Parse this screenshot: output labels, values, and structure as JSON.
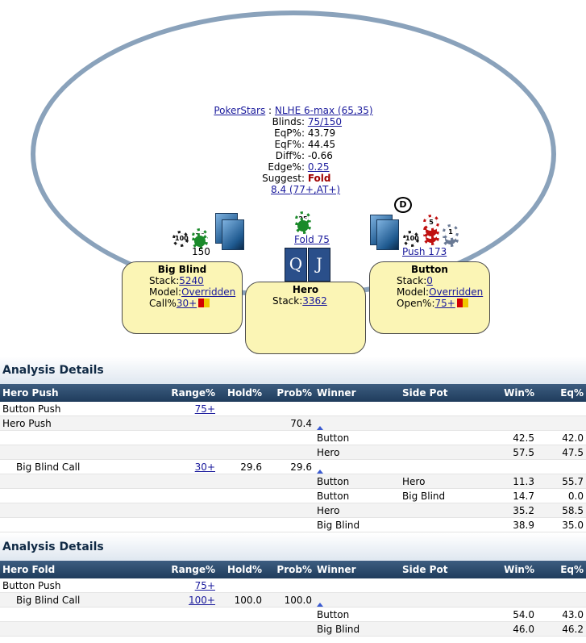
{
  "table": {
    "site": "PokerStars",
    "separator": " : ",
    "game": "NLHE 6-max (65,35)",
    "info": [
      {
        "label": "Blinds:",
        "value": "75/150",
        "link": true
      },
      {
        "label": "EqP%:",
        "value": "43.79",
        "link": false
      },
      {
        "label": "EqF%:",
        "value": "44.45",
        "link": false
      },
      {
        "label": "Diff%:",
        "value": "-0.66",
        "link": false
      },
      {
        "label": "Edge%:",
        "value": "0.25",
        "link": true
      },
      {
        "label": "Suggest:",
        "value": "Fold",
        "link": false
      }
    ],
    "range_link": "8.4 (77+,AT+)"
  },
  "seats": {
    "big_blind": {
      "name": "Big Blind",
      "stack_label": "Stack:",
      "stack": "5240",
      "model_label": "Model:",
      "model": "Overridden",
      "pct_label": "Call%",
      "pct": "30+",
      "bet": "150"
    },
    "hero": {
      "name": "Hero",
      "stack_label": "Stack:",
      "stack": "3362",
      "action": "Fold 75",
      "cards": [
        "Q",
        "J"
      ]
    },
    "button": {
      "name": "Button",
      "stack_label": "Stack:",
      "stack": "0",
      "model_label": "Model:",
      "model": "Overridden",
      "pct_label": "Open%:",
      "pct": "75+",
      "action": "Push 173"
    }
  },
  "chips": {
    "bb_chip1": "100",
    "bb_chip2": "25",
    "hero_chip": "25",
    "btn_chip1": "100",
    "btn_chip2": "5",
    "btn_chip3": "1",
    "dealer": "D"
  },
  "colors": {
    "flag_red": "#d40000",
    "flag_yellow": "#f0c800",
    "header_bg": "#1f3c5c",
    "oval": "#8aa2bb",
    "seat_bg": "#fbf5b5"
  },
  "analysis1": {
    "title": "Analysis Details",
    "headers": [
      "Hero Push",
      "Range%",
      "Hold%",
      "Prob%",
      "Winner",
      "Side Pot",
      "Win%",
      "Eq%"
    ],
    "rows": [
      [
        "Button Push",
        "75+",
        "",
        "",
        "",
        "",
        "",
        ""
      ],
      [
        "Hero Push",
        "",
        "",
        "70.4",
        "▲",
        "",
        "",
        ""
      ],
      [
        "",
        "",
        "",
        "",
        "Button",
        "",
        "42.5",
        "42.0"
      ],
      [
        "",
        "",
        "",
        "",
        "Hero",
        "",
        "57.5",
        "47.5"
      ],
      [
        "Big Blind Call",
        "30+",
        "29.6",
        "29.6",
        "▲",
        "",
        "",
        ""
      ],
      [
        "",
        "",
        "",
        "",
        "Button",
        "Hero",
        "11.3",
        "55.7"
      ],
      [
        "",
        "",
        "",
        "",
        "Button",
        "Big Blind",
        "14.7",
        "0.0"
      ],
      [
        "",
        "",
        "",
        "",
        "Hero",
        "",
        "35.2",
        "58.5"
      ],
      [
        "",
        "",
        "",
        "",
        "Big Blind",
        "",
        "38.9",
        "35.0"
      ]
    ]
  },
  "analysis2": {
    "title": "Analysis Details",
    "headers": [
      "Hero Fold",
      "Range%",
      "Hold%",
      "Prob%",
      "Winner",
      "Side Pot",
      "Win%",
      "Eq%"
    ],
    "rows": [
      [
        "Button Push",
        "75+",
        "",
        "",
        "",
        "",
        "",
        ""
      ],
      [
        "Big Blind Call",
        "100+",
        "100.0",
        "100.0",
        "▲",
        "",
        "",
        ""
      ],
      [
        "",
        "",
        "",
        "",
        "Button",
        "",
        "54.0",
        "43.0"
      ],
      [
        "",
        "",
        "",
        "",
        "Big Blind",
        "",
        "46.0",
        "46.2"
      ]
    ]
  }
}
